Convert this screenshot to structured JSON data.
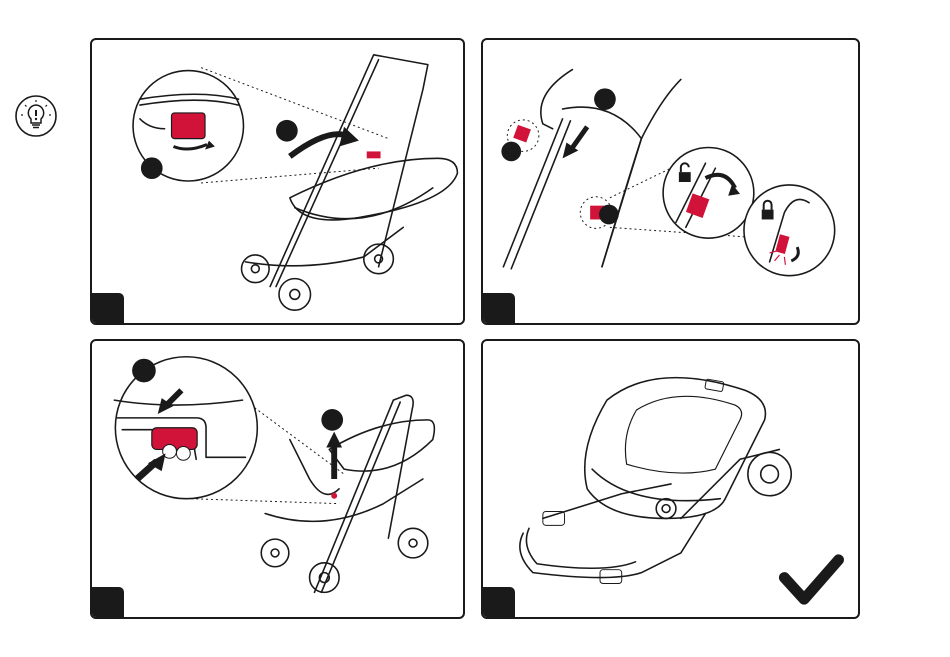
{
  "colors": {
    "accent": "#d1133a",
    "ink": "#1a1a1a",
    "shade": "#d9d9d9"
  },
  "tip": {
    "icon": "lightbulb-icon"
  },
  "panels": [
    {
      "step": "",
      "icons": [
        "seat-release-button",
        "rotate-arrow"
      ]
    },
    {
      "step": "",
      "icons": [
        "handlebar-press-arrow",
        "unlock-icon",
        "lock-icon",
        "latch-red"
      ]
    },
    {
      "step": "",
      "icons": [
        "press-arrows",
        "lift-arrow"
      ]
    },
    {
      "step": "",
      "icons": [
        "folded-stroller",
        "check-mark-icon"
      ]
    }
  ]
}
